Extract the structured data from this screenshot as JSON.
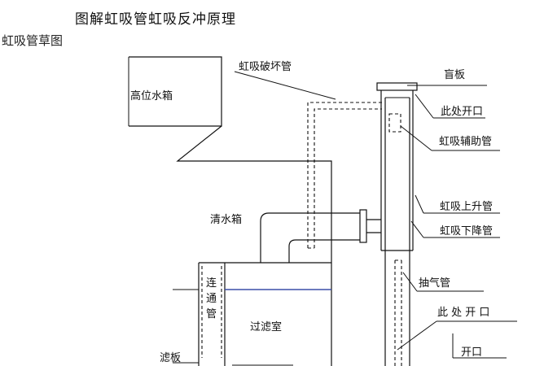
{
  "title": "图解虹吸管虹吸反冲原理",
  "subtitle": "虹吸管草图",
  "labels": {
    "high_tank": "高位水箱",
    "breaker_pipe": "虹吸破坏管",
    "blind_plate": "盲板",
    "opening_here": "此处开口",
    "aux_pipe": "虹吸辅助管",
    "rising_pipe": "虹吸上升管",
    "falling_pipe": "虹吸下降管",
    "clear_tank": "清水箱",
    "exhaust_pipe": "抽气管",
    "opening_here_2": "此 处 开 口",
    "opening": "开口",
    "connecting_pipe_1": "连",
    "connecting_pipe_2": "通",
    "connecting_pipe_3": "管",
    "filter_room": "过滤室",
    "filter_plate": "滤板"
  }
}
